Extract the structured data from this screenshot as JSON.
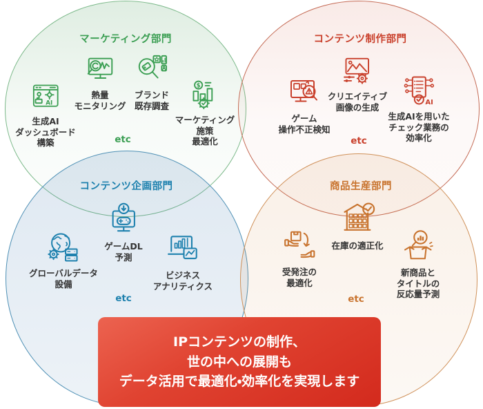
{
  "diagram": {
    "icon_texts": {
      "ai": "AI",
      "dollar": "$"
    },
    "banner": {
      "text": "IPコンテンツの制作、\n世の中への展開も\nデータ活用で最適化・効率化を実現します",
      "background": "#d93a28",
      "text_color": "#ffffff"
    },
    "circles": [
      {
        "title": "マーケティング部門",
        "accent": "#3a9e52",
        "border": "#7cb98a",
        "etc": "etc",
        "items": [
          {
            "icon": "generative-ai-dashboard-icon",
            "label": "生成AI\nダッシュボード\n構築"
          },
          {
            "icon": "heat-monitoring-icon",
            "label": "熱量\nモニタリング"
          },
          {
            "icon": "brand-research-icon",
            "label": "ブランド\n既存調査"
          },
          {
            "icon": "marketing-optimization-icon",
            "label": "マーケティング\n施策\n最適化"
          }
        ]
      },
      {
        "title": "コンテンツ制作部門",
        "accent": "#c9402c",
        "border": "#c46a54",
        "etc": "etc",
        "items": [
          {
            "icon": "game-cheat-detection-icon",
            "label": "ゲーム\n操作不正検知"
          },
          {
            "icon": "creative-image-generation-icon",
            "label": "クリエイティブ\n画像の生成"
          },
          {
            "icon": "generative-ai-check-icon",
            "label": "生成AIを用いた\nチェック業務の\n効率化"
          }
        ]
      },
      {
        "title": "コンテンツ企画部門",
        "accent": "#1e81ae",
        "border": "#4e90b5",
        "etc": "etc",
        "items": [
          {
            "icon": "global-data-icon",
            "label": "グローバルデータ\n設備"
          },
          {
            "icon": "game-download-forecast-icon",
            "label": "ゲームDL\n予測"
          },
          {
            "icon": "business-analytics-icon",
            "label": "ビジネス\nアナリティクス"
          }
        ]
      },
      {
        "title": "商品生産部門",
        "accent": "#c8732e",
        "border": "#cf9058",
        "etc": "etc",
        "items": [
          {
            "icon": "order-optimization-icon",
            "label": "受発注の\n最適化"
          },
          {
            "icon": "inventory-optimization-icon",
            "label": "在庫の適正化"
          },
          {
            "icon": "new-product-forecast-icon",
            "label": "新商品と\nタイトルの\n反応量予測"
          }
        ]
      }
    ]
  }
}
